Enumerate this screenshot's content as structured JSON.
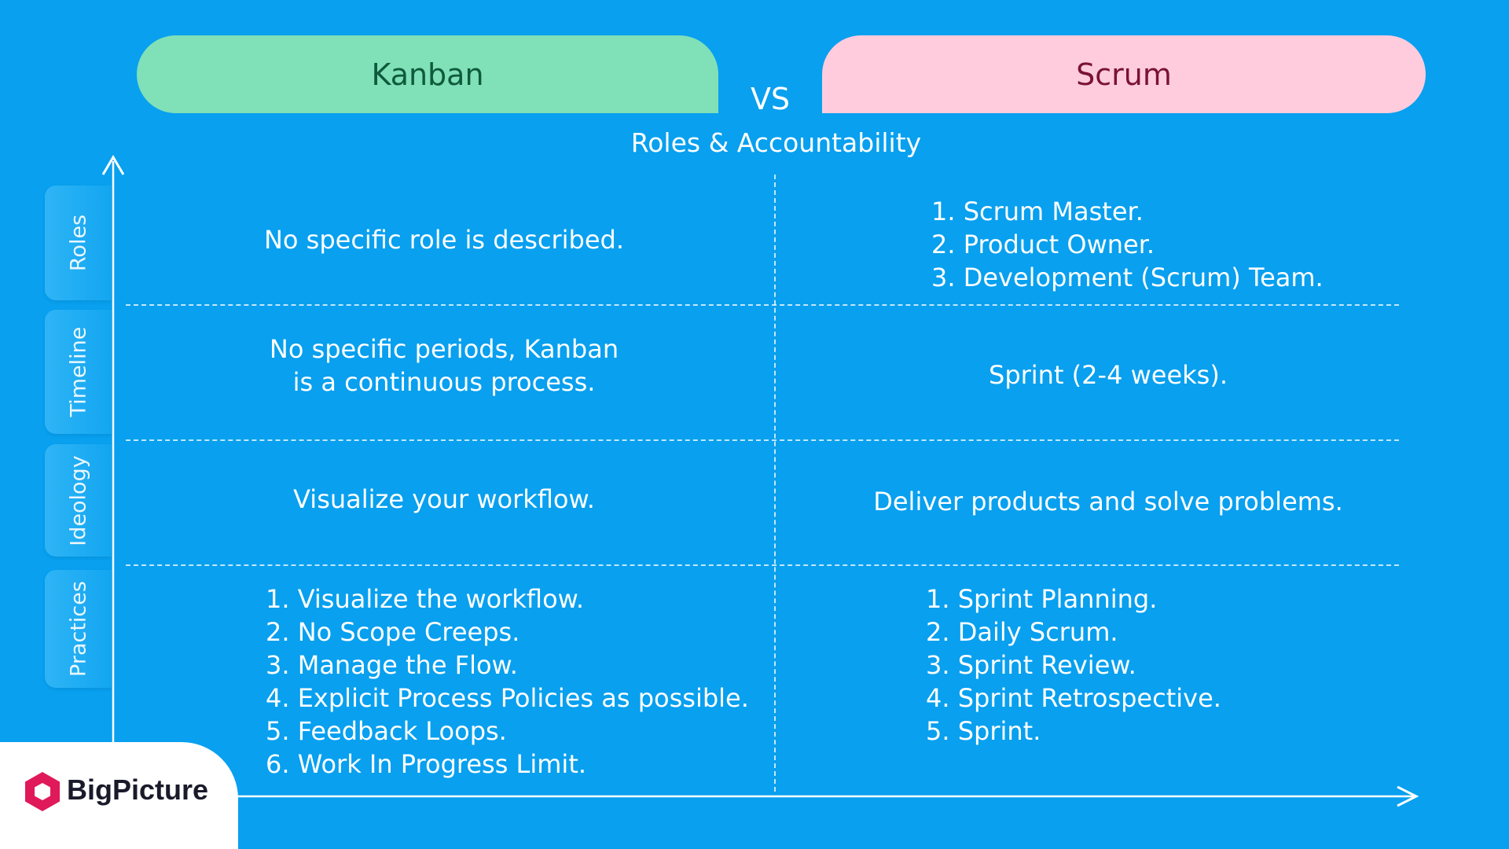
{
  "header": {
    "left_label": "Kanban",
    "right_label": "Scrum",
    "vs_label": "VS",
    "subtitle": "Roles & Accountability"
  },
  "rows": [
    {
      "tab": "Roles",
      "kanban": [
        "No specific role is described."
      ],
      "scrum": [
        "1. Scrum Master.",
        "2. Product Owner.",
        "3. Development (Scrum) Team."
      ]
    },
    {
      "tab": "Timeline",
      "kanban": [
        "No specific periods, Kanban",
        "is a continuous process."
      ],
      "scrum": [
        "Sprint (2-4 weeks)."
      ]
    },
    {
      "tab": "Ideology",
      "kanban": [
        "Visualize your workflow."
      ],
      "scrum": [
        "Deliver products and solve problems."
      ]
    },
    {
      "tab": "Practices",
      "kanban": [
        "1. Visualize the workflow.",
        "2. No Scope Creeps.",
        "3. Manage the Flow.",
        "4. Explicit Process Policies as possible.",
        "5. Feedback Loops.",
        "6. Work In Progress Limit."
      ],
      "scrum": [
        "1. Sprint Planning.",
        "2. Daily Scrum.",
        "3. Sprint Review.",
        "4. Sprint Retrospective.",
        "5. Sprint."
      ]
    }
  ],
  "logo": {
    "text": "BigPicture",
    "color": "#e0195a"
  },
  "colors": {
    "background": "#08a0ef",
    "kanban_pill": "#80e0b8",
    "scrum_pill": "#ffccdd"
  }
}
